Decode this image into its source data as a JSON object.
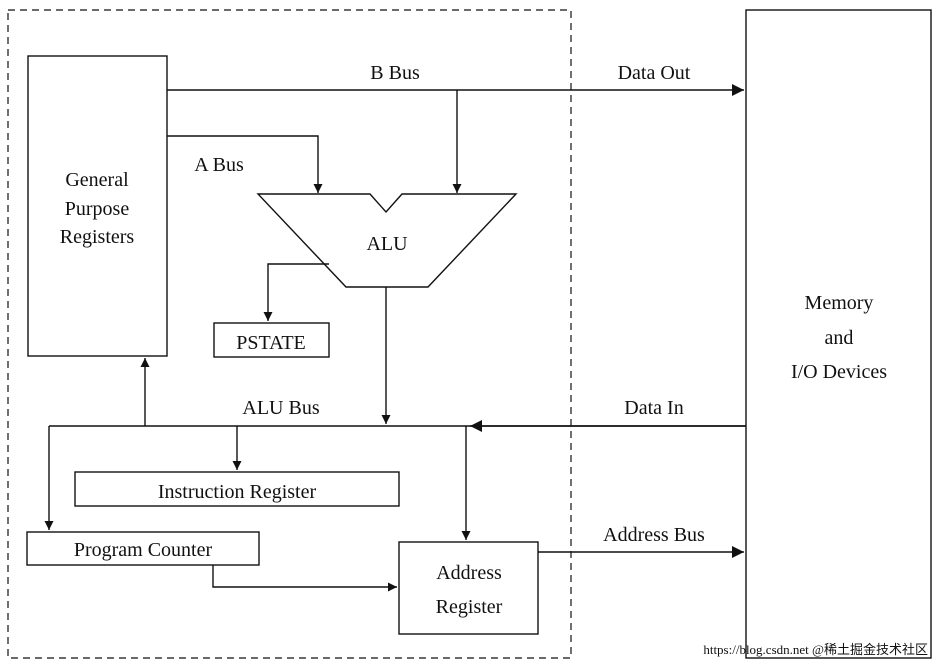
{
  "blocks": {
    "gpr": [
      "General",
      "Purpose",
      "Registers"
    ],
    "alu": "ALU",
    "pstate": "PSTATE",
    "instruction_register": "Instruction Register",
    "program_counter": "Program Counter",
    "address_register": [
      "Address",
      "Register"
    ],
    "memory": [
      "Memory",
      "and",
      "I/O Devices"
    ]
  },
  "buses": {
    "b_bus": "B Bus",
    "a_bus": "A Bus",
    "alu_bus": "ALU Bus",
    "data_out": "Data Out",
    "data_in": "Data In",
    "address_bus": "Address Bus"
  },
  "watermark": "https://blog.csdn.net @稀土掘金技术社区"
}
